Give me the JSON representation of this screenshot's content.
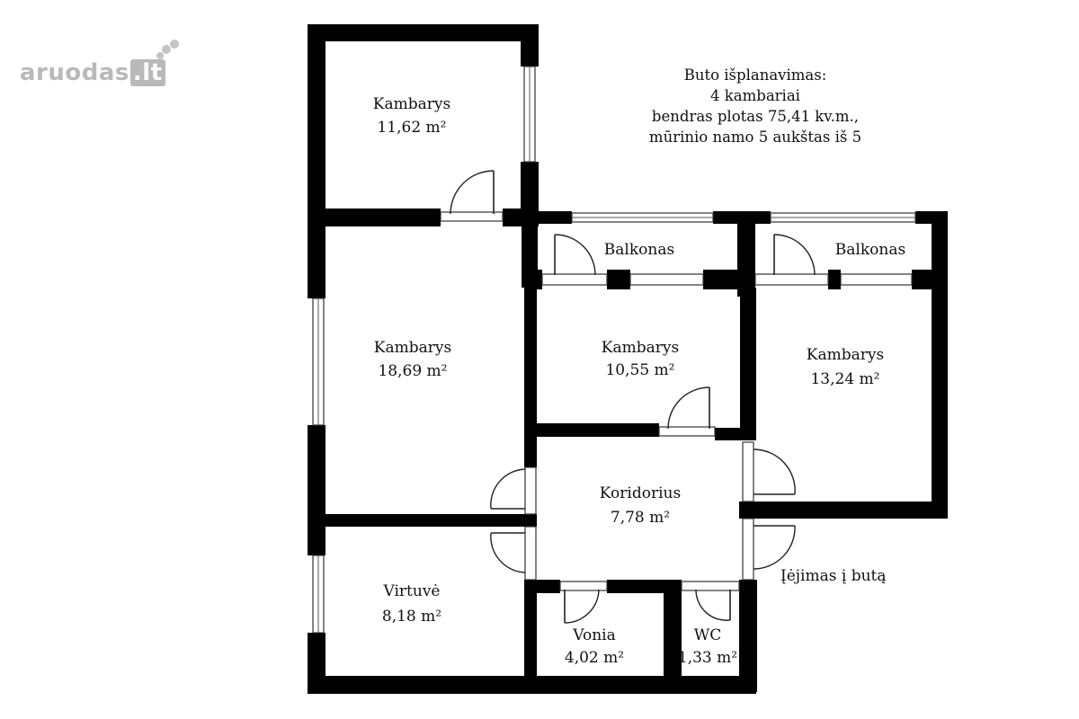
{
  "logo": {
    "text": "aruodas",
    "suffix": ".lt"
  },
  "info": {
    "line1": "Buto išplanavimas:",
    "line2": "4 kambariai",
    "line3": "bendras plotas 75,41 kv.m.,",
    "line4": "mūrinio namo 5 aukštas  iš 5"
  },
  "entrance_label": "Įėjimas į butą",
  "rooms": [
    {
      "name": "Kambarys",
      "area": "11,62 m²"
    },
    {
      "name": "Kambarys",
      "area": "18,69 m²"
    },
    {
      "name": "Balkonas",
      "area": ""
    },
    {
      "name": "Balkonas",
      "area": ""
    },
    {
      "name": "Kambarys",
      "area": "10,55 m²"
    },
    {
      "name": "Kambarys",
      "area": "13,24 m²"
    },
    {
      "name": "Koridorius",
      "area": "7,78 m²"
    },
    {
      "name": "Virtuvė",
      "area": "8,18 m²"
    },
    {
      "name": "Vonia",
      "area": "4,02 m²"
    },
    {
      "name": "WC",
      "area": "1,33 m²"
    }
  ],
  "colors": {
    "walls": "#000000",
    "logo": "#b9b9b9",
    "text": "#111111"
  }
}
